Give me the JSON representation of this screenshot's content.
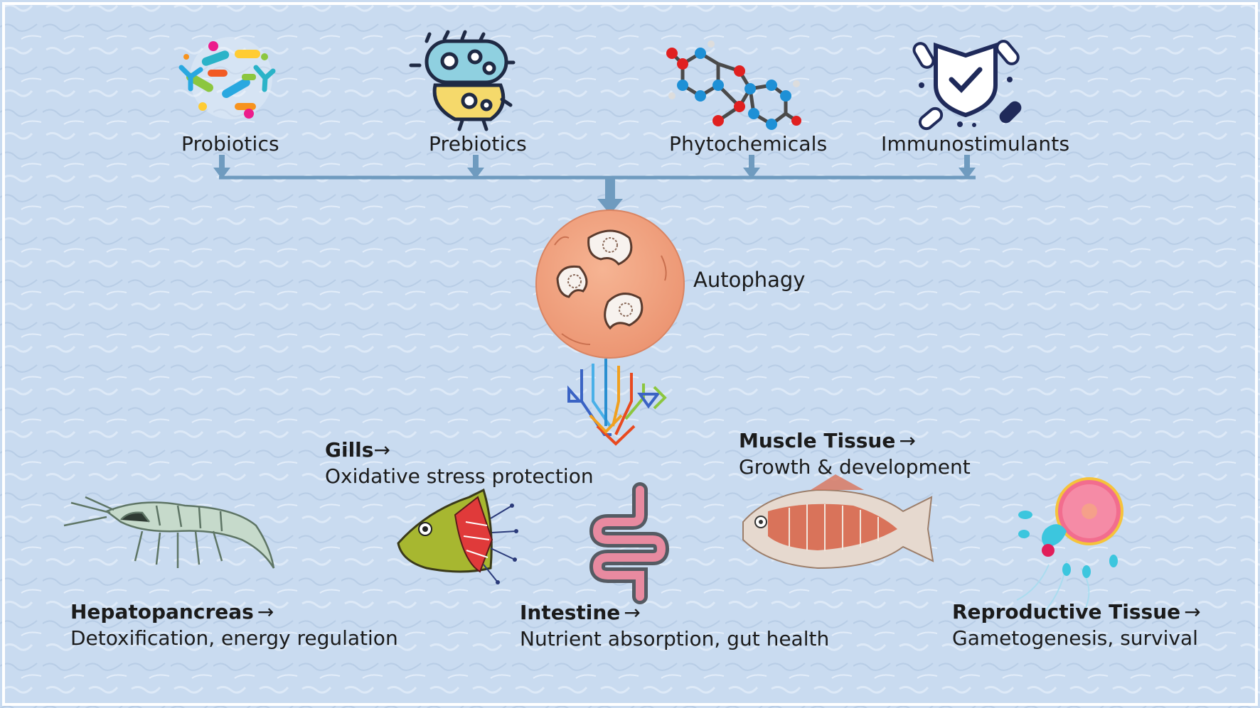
{
  "sources": [
    {
      "label": "Probiotics"
    },
    {
      "label": "Prebiotics"
    },
    {
      "label": "Phytochemicals"
    },
    {
      "label": "Immunostimulants"
    }
  ],
  "center": {
    "label": "Autophagy"
  },
  "organs": {
    "hepatopancreas": {
      "title": "Hepatopancreas",
      "arrow": "→",
      "effect": "Detoxification, energy regulation"
    },
    "gills": {
      "title": "Gills",
      "arrow": "→",
      "effect": "Oxidative stress protection"
    },
    "intestine": {
      "title": "Intestine",
      "arrow": "→",
      "effect": "Nutrient absorption, gut health"
    },
    "muscle": {
      "title": "Muscle Tissue",
      "arrow": "→",
      "effect": "Growth & development"
    },
    "reproductive": {
      "title": "Reproductive Tissue",
      "arrow": "→",
      "effect": "Gametogenesis, survival"
    }
  },
  "colors": {
    "background": "#c8daf0",
    "connector": "#6f9bbf",
    "autophagy_cell": "#f1a07e",
    "intestine": "#e88aa0",
    "fish_muscle": "#d9735a"
  },
  "icons": [
    "bacteria-cluster-icon",
    "bacteria-cell-icon",
    "molecule-icon",
    "shield-check-icon",
    "shrimp-icon",
    "fish-gill-icon",
    "intestine-icon",
    "fish-muscle-icon",
    "egg-cell-icon",
    "branching-arrows-icon"
  ]
}
